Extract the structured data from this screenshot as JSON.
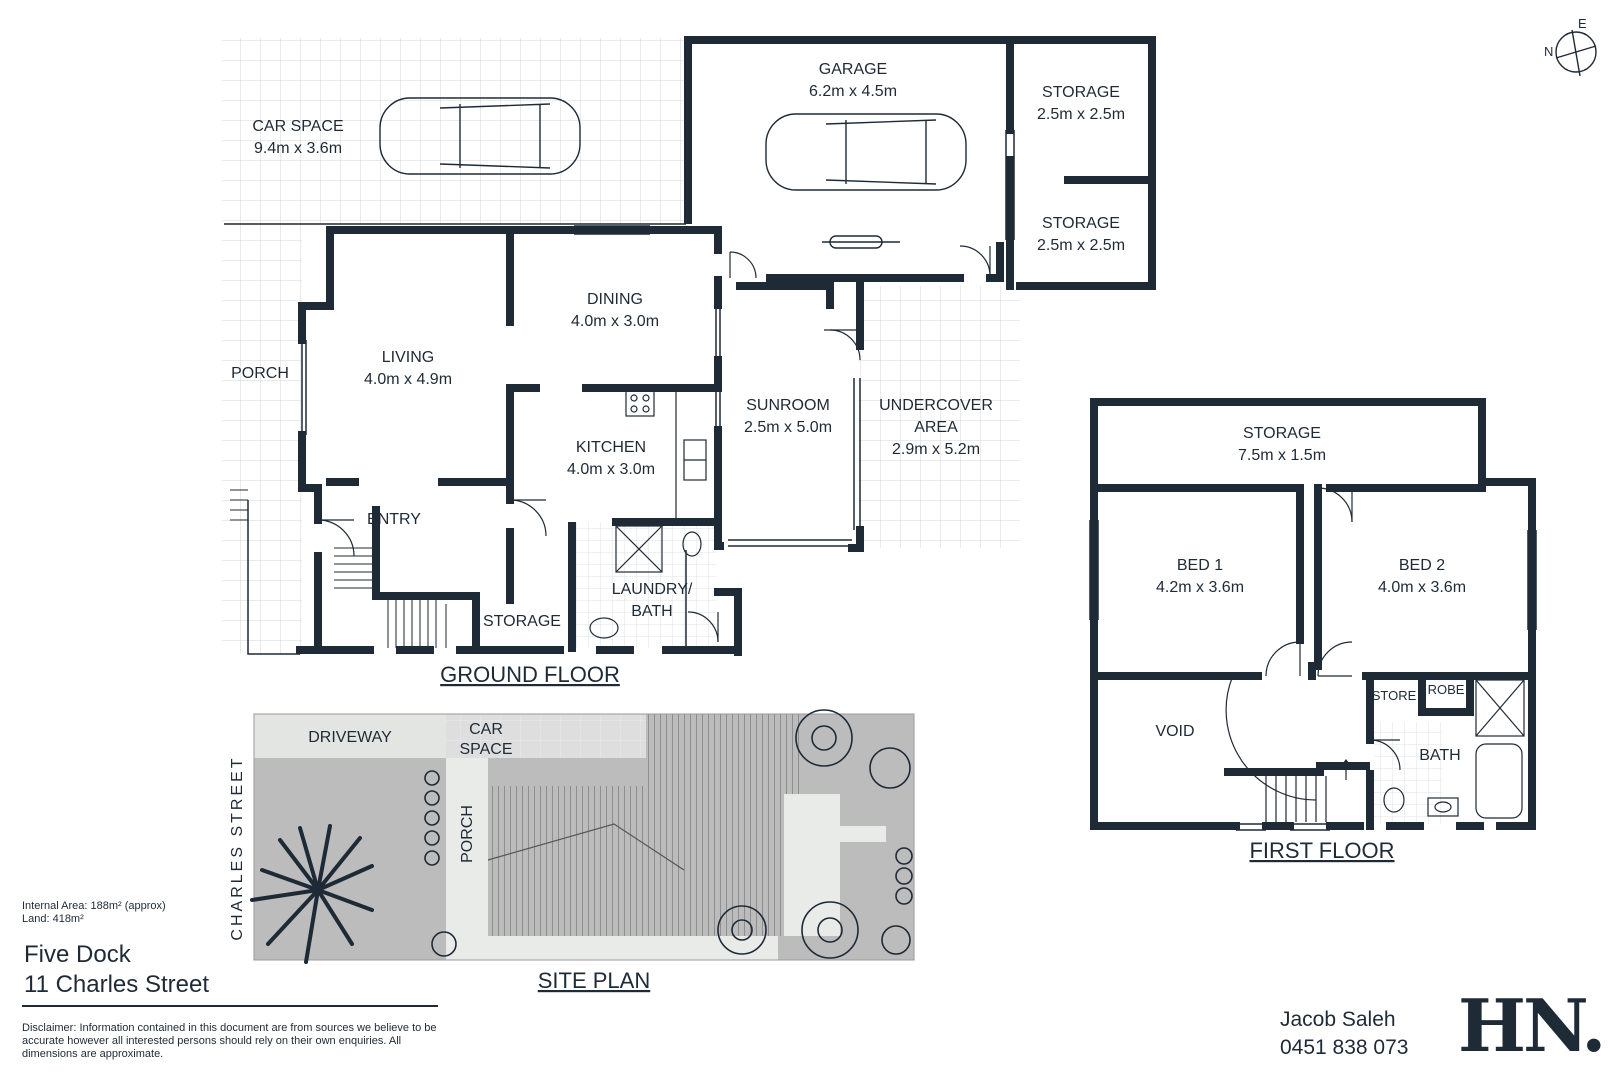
{
  "ground_floor": {
    "title": "GROUND FLOOR",
    "rooms": {
      "car_space": {
        "name": "CAR SPACE",
        "dims": "9.4m x 3.6m"
      },
      "garage": {
        "name": "GARAGE",
        "dims": "6.2m x 4.5m"
      },
      "storage_1": {
        "name": "STORAGE",
        "dims": "2.5m x 2.5m"
      },
      "storage_2": {
        "name": "STORAGE",
        "dims": "2.5m x 2.5m"
      },
      "dining": {
        "name": "DINING",
        "dims": "4.0m x 3.0m"
      },
      "living": {
        "name": "LIVING",
        "dims": "4.0m x 4.9m"
      },
      "porch": {
        "name": "PORCH"
      },
      "kitchen": {
        "name": "KITCHEN",
        "dims": "4.0m x 3.0m"
      },
      "sunroom": {
        "name": "SUNROOM",
        "dims": "2.5m x 5.0m"
      },
      "undercover": {
        "name_line1": "UNDERCOVER",
        "name_line2": "AREA",
        "dims": "2.9m x 5.2m"
      },
      "entry": {
        "name": "ENTRY"
      },
      "laundry": {
        "name_line1": "LAUNDRY/",
        "name_line2": "BATH"
      },
      "storage_small": {
        "name": "STORAGE"
      }
    }
  },
  "first_floor": {
    "title": "FIRST FLOOR",
    "rooms": {
      "storage": {
        "name": "STORAGE",
        "dims": "7.5m x 1.5m"
      },
      "bed1": {
        "name": "BED 1",
        "dims": "4.2m x 3.6m"
      },
      "bed2": {
        "name": "BED 2",
        "dims": "4.0m x 3.6m"
      },
      "void": {
        "name": "VOID"
      },
      "store": {
        "name": "STORE"
      },
      "robe": {
        "name": "ROBE"
      },
      "bath": {
        "name": "BATH"
      }
    }
  },
  "site_plan": {
    "title": "SITE PLAN",
    "street": "CHARLES STREET",
    "driveway": "DRIVEWAY",
    "car_space_line1": "CAR",
    "car_space_line2": "SPACE",
    "porch": "PORCH"
  },
  "compass": {
    "north": "N",
    "east": "E"
  },
  "property": {
    "internal_area": "Internal Area: 188m² (approx)",
    "land": "Land: 418m²",
    "suburb": "Five Dock",
    "address": "11 Charles Street"
  },
  "disclaimer": "Disclaimer: Information contained in this document are from sources we believe to be accurate however all interested persons should rely on their own enquiries. All dimensions are approximate.",
  "agent": {
    "name": "Jacob Saleh",
    "phone": "0451 838 073"
  },
  "logo": {
    "text": "HN."
  },
  "colors": {
    "wall": "#1e2a36",
    "grid": "#d2d6da",
    "lawn": "#bcbcbc",
    "paving": "#e3e5e3"
  }
}
